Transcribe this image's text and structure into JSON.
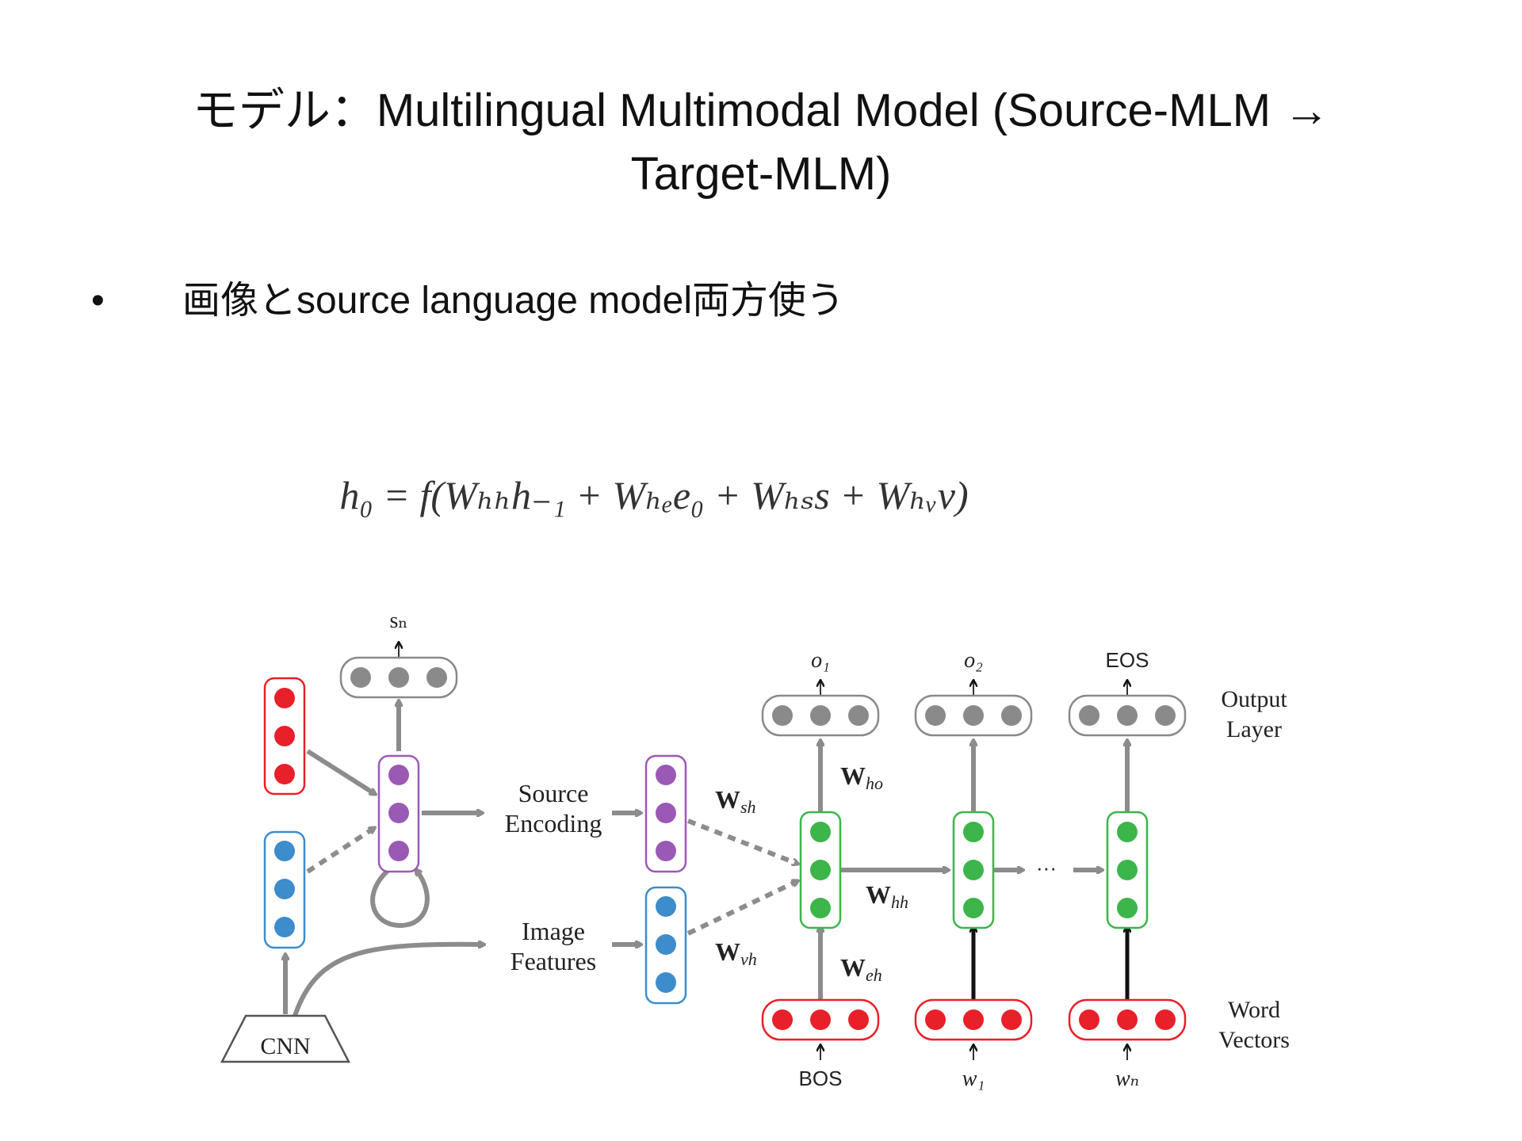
{
  "slide": {
    "title_line1": "モデル：Multilingual Multimodal Model (Source-MLM →",
    "title_line2": "Target-MLM)",
    "bullet_symbol": "•",
    "bullet_text": "画像とsource language model両方使う"
  },
  "equation": {
    "text": "h₀ = f(Wₕₕh₋₁ + Wₕₑe₀ + Wₕₛs + Wₕᵥv)"
  },
  "diagram": {
    "labels": {
      "sn": "sₙ",
      "cnn": "CNN",
      "source_encoding_1": "Source",
      "source_encoding_2": "Encoding",
      "image_features_1": "Image",
      "image_features_2": "Features",
      "w_sh": "W",
      "w_sh_sub": "sh",
      "w_vh": "W",
      "w_vh_sub": "vh",
      "w_ho": "W",
      "w_ho_sub": "ho",
      "w_hh": "W",
      "w_hh_sub": "hh",
      "w_eh": "W",
      "w_eh_sub": "eh",
      "o1": "o₁",
      "o2": "o₂",
      "eos": "EOS",
      "bos": "BOS",
      "w1": "w₁",
      "wn": "wₙ",
      "ellipsis": "···",
      "output_layer_1": "Output",
      "output_layer_2": "Layer",
      "word_vectors_1": "Word",
      "word_vectors_2": "Vectors"
    },
    "colors": {
      "red": "#e8202a",
      "blue": "#3d8ccb",
      "purple": "#9b59b6",
      "green": "#3cb54a",
      "gray": "#8a8a8a",
      "arrow": "#8c8c8c"
    }
  }
}
